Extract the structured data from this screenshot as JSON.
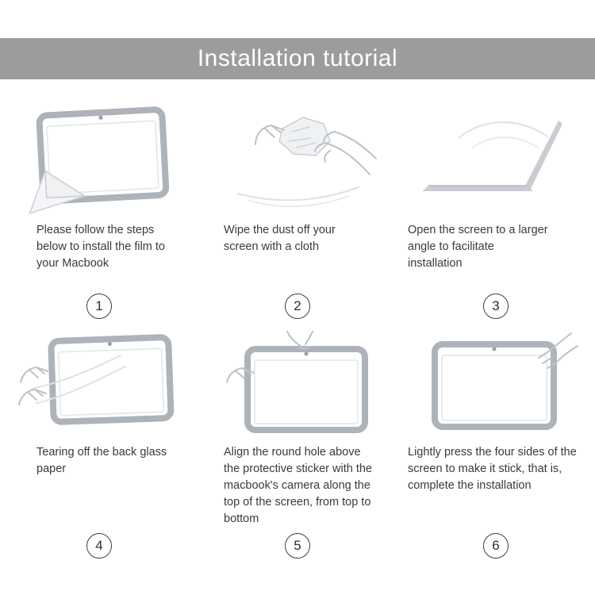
{
  "header": {
    "title": "Installation tutorial"
  },
  "theme": {
    "header_bg": "#9c9c9c",
    "header_text": "#ffffff",
    "caption_color": "#3a3a3a",
    "illustration_line_color": "#bcc2c8",
    "number_circle_color": "#3f3f3f"
  },
  "steps": [
    {
      "number": "1",
      "caption": "Please follow the steps below to install the film to your Macbook",
      "illustration": "macbook-screen-with-film-corner-peeling"
    },
    {
      "number": "2",
      "caption": "Wipe the dust off your screen with a cloth",
      "illustration": "hands-wiping-screen-with-cloth"
    },
    {
      "number": "3",
      "caption": "Open the screen to a larger angle to facilitate installation",
      "illustration": "laptop-opened-to-wide-angle"
    },
    {
      "number": "4",
      "caption": "Tearing off the back glass paper",
      "illustration": "hands-tearing-off-back-glass-paper"
    },
    {
      "number": "5",
      "caption": "Align the round hole above the protective sticker with the macbook's camera along the top of the screen, from top to bottom",
      "illustration": "hands-aligning-film-hole-with-camera"
    },
    {
      "number": "6",
      "caption": "Lightly press the four sides of the screen to make it stick, that is, complete the installation",
      "illustration": "hand-pressing-screen-edges"
    }
  ]
}
